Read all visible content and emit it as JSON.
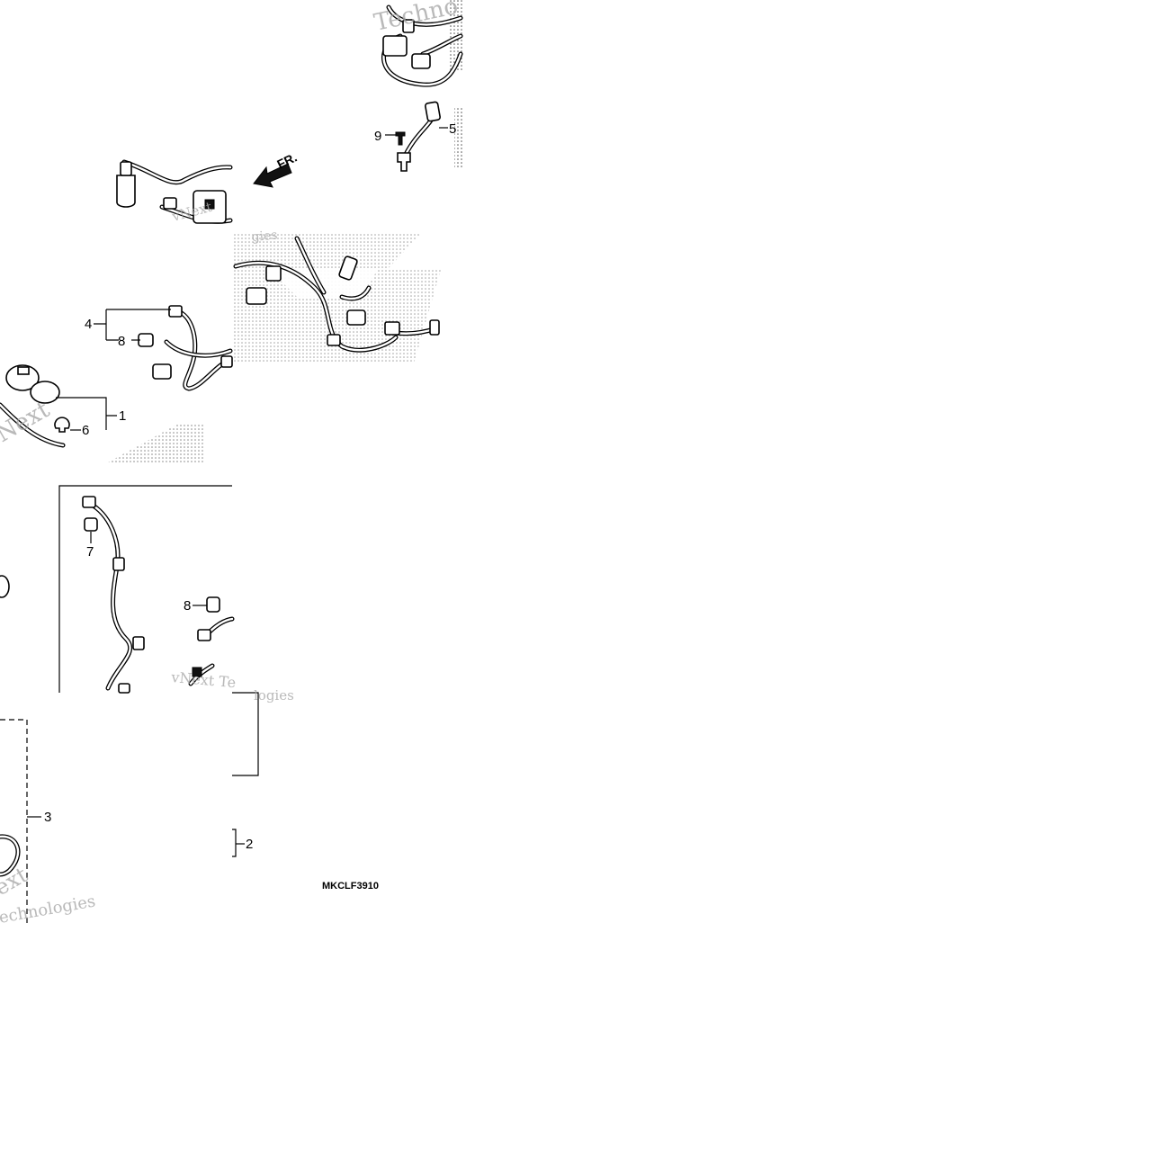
{
  "diagram": {
    "callouts": [
      "1",
      "2",
      "3",
      "4",
      "5",
      "6",
      "7",
      "8",
      "8",
      "9"
    ],
    "direction_label": "FR.",
    "drawing_code": "MKCLF3910",
    "watermarks": [
      "Techno",
      "vNext",
      "gies",
      "Next",
      "vNext Te",
      "logies",
      "ext",
      "echnologies"
    ]
  }
}
